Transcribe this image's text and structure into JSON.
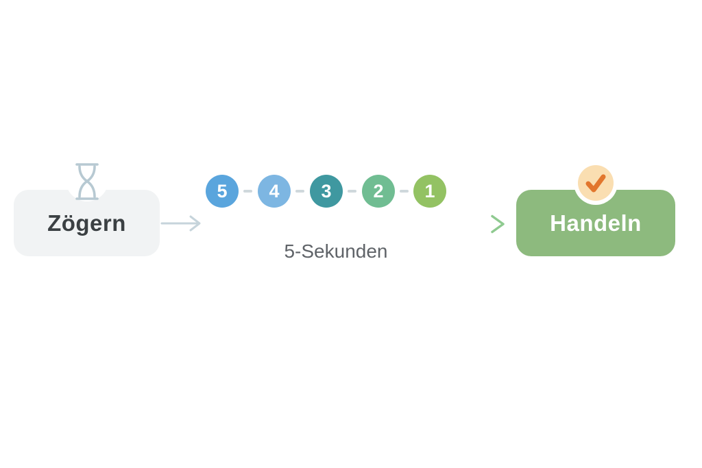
{
  "diagram": {
    "start_node": {
      "label": "Zögern",
      "icon": "hourglass"
    },
    "end_node": {
      "label": "Handeln",
      "icon": "check"
    },
    "countdown": {
      "caption": "5-Sekunden",
      "steps": [
        {
          "label": "5",
          "color": "#5aa5dd"
        },
        {
          "label": "4",
          "color": "#7db6e2"
        },
        {
          "label": "3",
          "color": "#3f98a0"
        },
        {
          "label": "2",
          "color": "#70bd92"
        },
        {
          "label": "1",
          "color": "#93c263"
        }
      ]
    },
    "colors": {
      "background": "#ffffff",
      "start_box": "#f1f3f4",
      "start_text": "#3b4043",
      "end_box": "#8dba7e",
      "end_text": "#ffffff",
      "hourglass": "#b7c9d2",
      "short_arrow": "#c6d4db",
      "arrow_gradient_start": "#abcbe3",
      "arrow_gradient_end": "#8fca90",
      "caption_text": "#5f6368",
      "dash": "#cfd8dc",
      "badge_bg": "#fadeb1",
      "badge_check": "#e2762d"
    }
  }
}
